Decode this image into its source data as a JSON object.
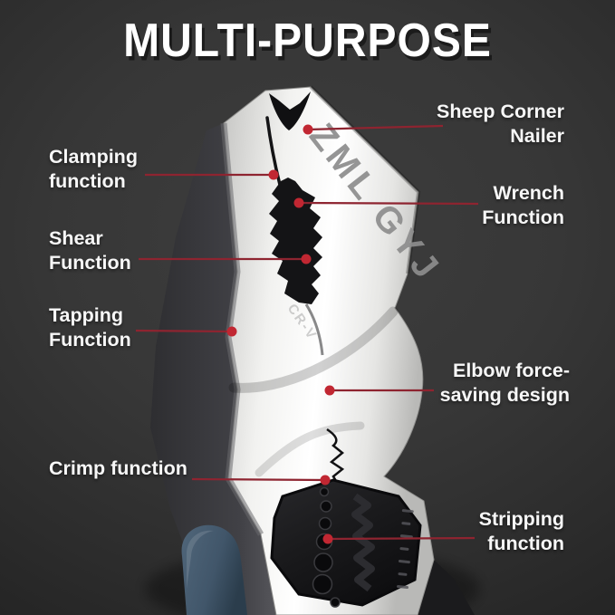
{
  "title": "MULTI-PURPOSE",
  "tool": {
    "engraving_main": "ZML GYJ",
    "engraving_steel": "CR-V"
  },
  "callouts": {
    "clamping": {
      "label": "Clamping function",
      "side": "left"
    },
    "sheep": {
      "label": "Sheep Corner Nailer",
      "side": "right"
    },
    "wrench": {
      "label": "Wrench Function",
      "side": "right"
    },
    "shear": {
      "label": "Shear Function",
      "side": "left"
    },
    "tapping": {
      "label": "Tapping Function",
      "side": "left"
    },
    "elbow": {
      "label": "Elbow force-saving design",
      "side": "right"
    },
    "crimp": {
      "label": "Crimp function",
      "side": "left"
    },
    "stripping": {
      "label": "Stripping function",
      "side": "right"
    }
  },
  "colors": {
    "background_center": "#3d3d3d",
    "background_edge": "#242424",
    "title_text": "#ffffff",
    "label_text": "#f7f7f7",
    "callout_line": "#8e2430",
    "callout_dot": "#c12732",
    "tool_body_light": "#f7f7f5",
    "tool_body_shade": "#bfbfbd",
    "tool_dark": "#151517",
    "rear_handle": "#3f3f44",
    "grip_blue": "#43596c",
    "engraving_gray": "#8d8d8d"
  }
}
